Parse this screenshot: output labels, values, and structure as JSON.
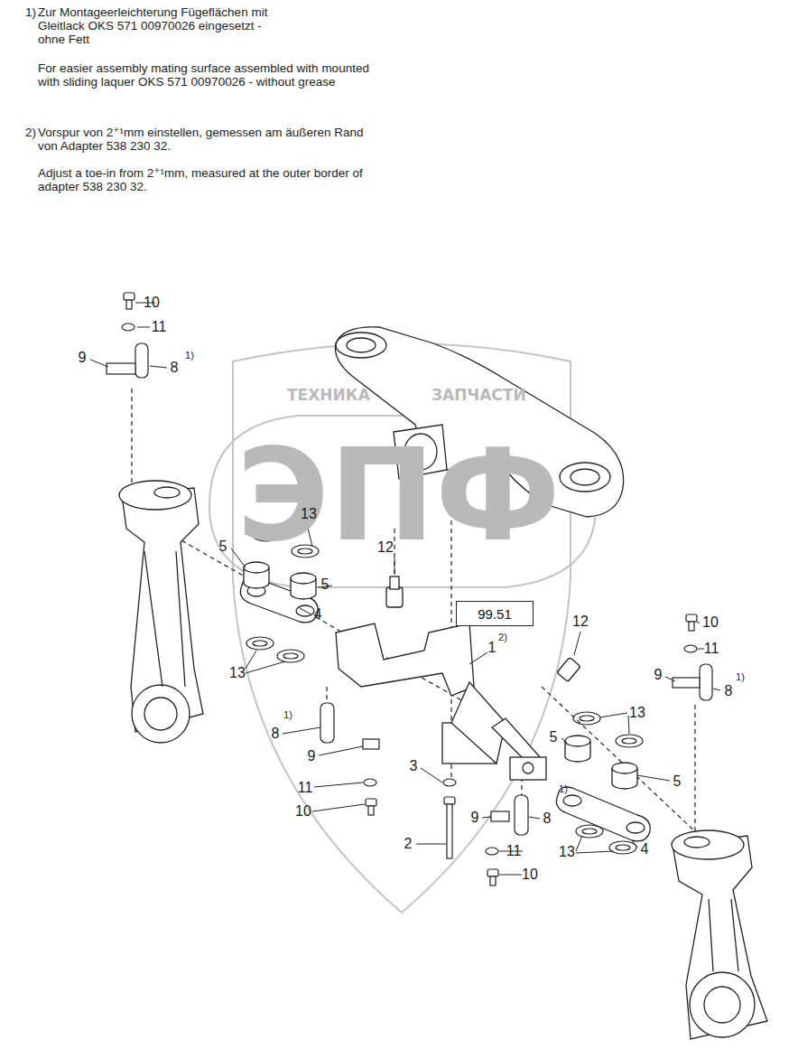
{
  "diagram": {
    "nodes": [
      {
        "text": [
          "99.51"
        ]
      }
    ],
    "labels": [
      "1)",
      "Zur Montageerleichterung Fügeflächen mit Gleitlack OKS 571 00970026 eingesetzt - ohne Fett",
      "For easier assembly mating surface assembled with mounted with sliding laquer OKS 571 00970026 - without grease",
      "2)",
      "Vorspur von 2⁺¹mm einstellen, gemessen am äußeren Rand von Adapter 538 230 32.",
      "Adjust a toe-in from 2⁺¹mm, measured at the outer border of adapter 538 230 32.",
      "ТЕХНИКА",
      "ЗАПЧАСТИ",
      "ЭПФ",
      "10",
      "11",
      "9",
      "8",
      "1)",
      "13",
      "5",
      "5",
      "12",
      "4",
      "13",
      "1",
      "2)",
      "12",
      "10",
      "11",
      "9",
      "8",
      "1)",
      "1)",
      "8",
      "9",
      "11",
      "10",
      "3",
      "13",
      "5",
      "5",
      "9",
      "8",
      "2",
      "11",
      "10",
      "1)",
      "4",
      "13"
    ]
  }
}
